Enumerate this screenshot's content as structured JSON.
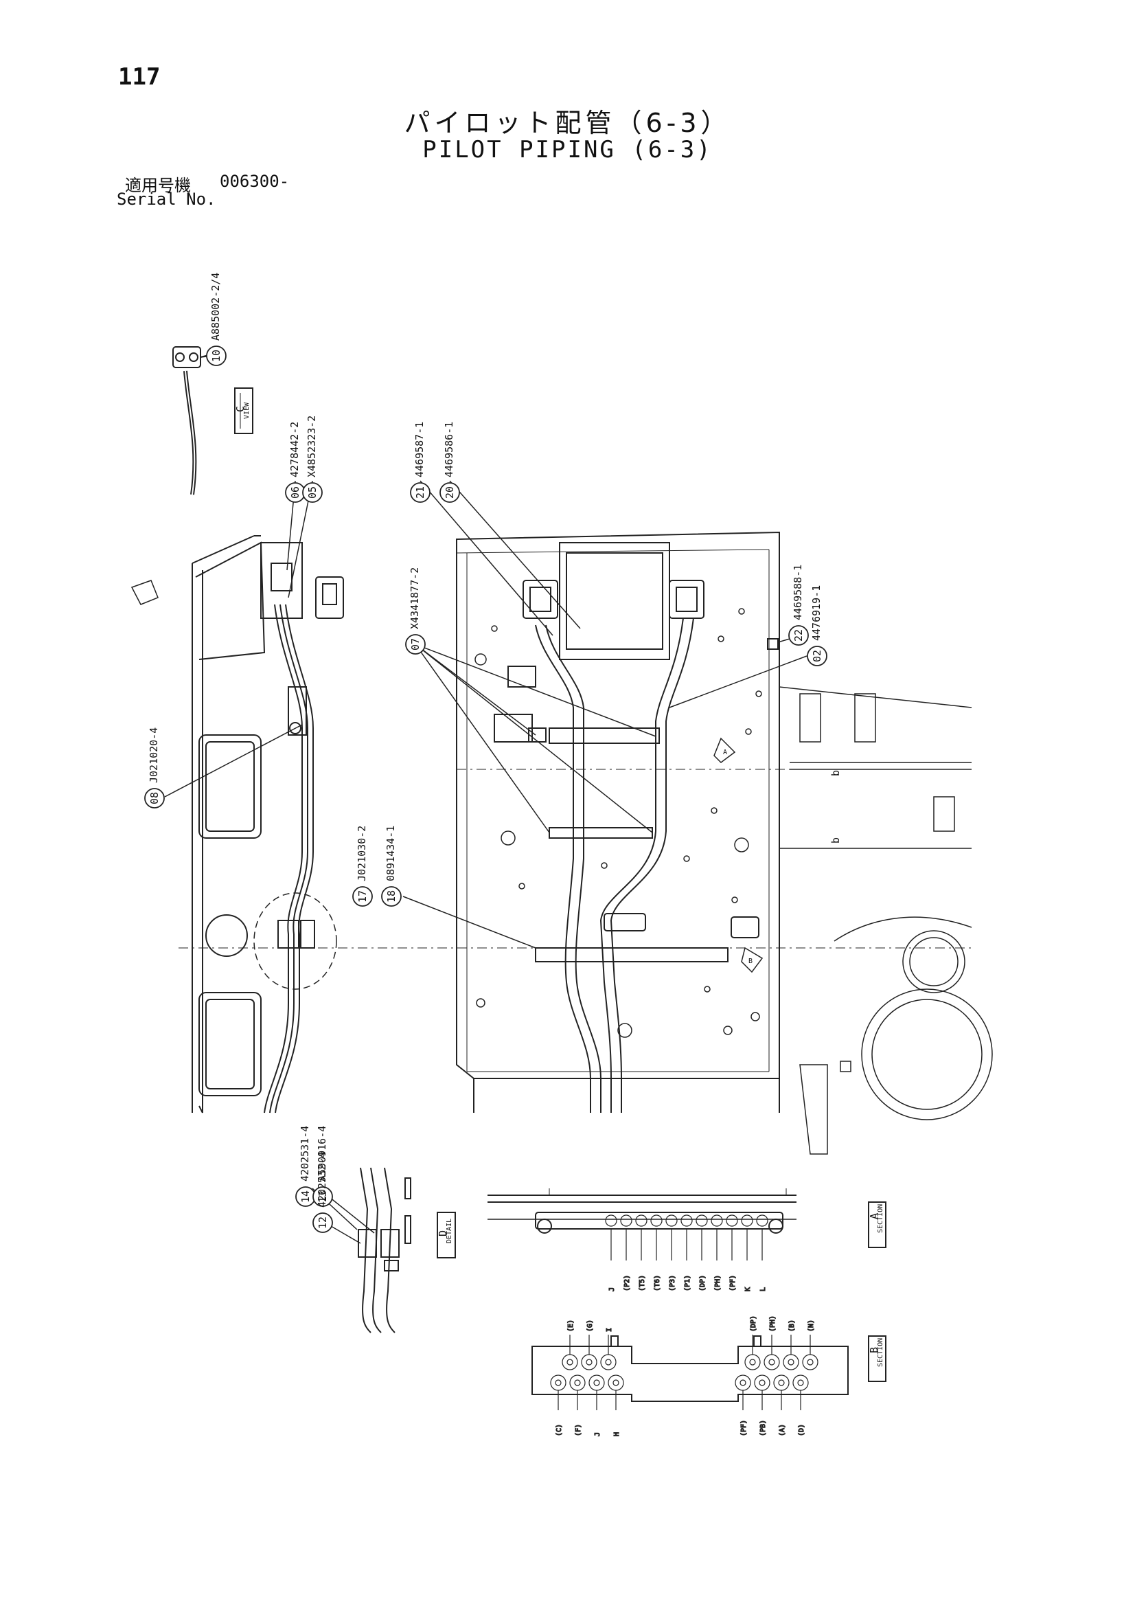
{
  "page": {
    "number": "117",
    "title_jp": "パイロット配管（6-3）",
    "title_en": "PILOT PIPING (6-3)",
    "serial_label_jp": "適用号機",
    "serial_value": "006300-",
    "serial_label_en": "Serial No."
  },
  "callouts": [
    {
      "num": "10",
      "part": "A885002-2/4"
    },
    {
      "num": "06",
      "part": "4278442-2"
    },
    {
      "num": "05",
      "part": "X4852323-2"
    },
    {
      "num": "21",
      "part": "4469587-1"
    },
    {
      "num": "20",
      "part": "4469586-1"
    },
    {
      "num": "07",
      "part": "X4341877-2"
    },
    {
      "num": "22",
      "part": "4469588-1"
    },
    {
      "num": "02",
      "part": "4476919-1"
    },
    {
      "num": "08",
      "part": "J021020-4"
    },
    {
      "num": "17",
      "part": "J021030-2"
    },
    {
      "num": "18",
      "part": "0891434-1"
    },
    {
      "num": "14",
      "part": "4202531-4"
    },
    {
      "num": "13",
      "part": "A590916-4"
    },
    {
      "num": "12",
      "part": "4202532-4"
    }
  ],
  "views": {
    "view_c": "C",
    "view_c_label": "VIEW",
    "detail_d": "D",
    "detail_d_label": "DETAIL",
    "section_a": "A",
    "section_a_label": "SECTION",
    "section_b": "B",
    "section_b_label": "SECTION",
    "arrow_a": "A",
    "arrow_b": "B"
  },
  "section_a_ports": [
    "J",
    "(P2)",
    "(T5)",
    "(T6)",
    "(P3)",
    "(P1)",
    "(DP)",
    "(PH)",
    "(PF)",
    "K",
    "L"
  ],
  "section_b_ports_left": [
    "(E)",
    "(G)",
    "I",
    "(C)",
    "(F)",
    "J",
    "H"
  ],
  "section_b_ports_right": [
    "(DP)",
    "(PH)",
    "(B)",
    "(N)",
    "(PF)",
    "(PB)",
    "(A)",
    "(D)"
  ],
  "frame_labels": {
    "b1": "b",
    "b2": "b"
  }
}
